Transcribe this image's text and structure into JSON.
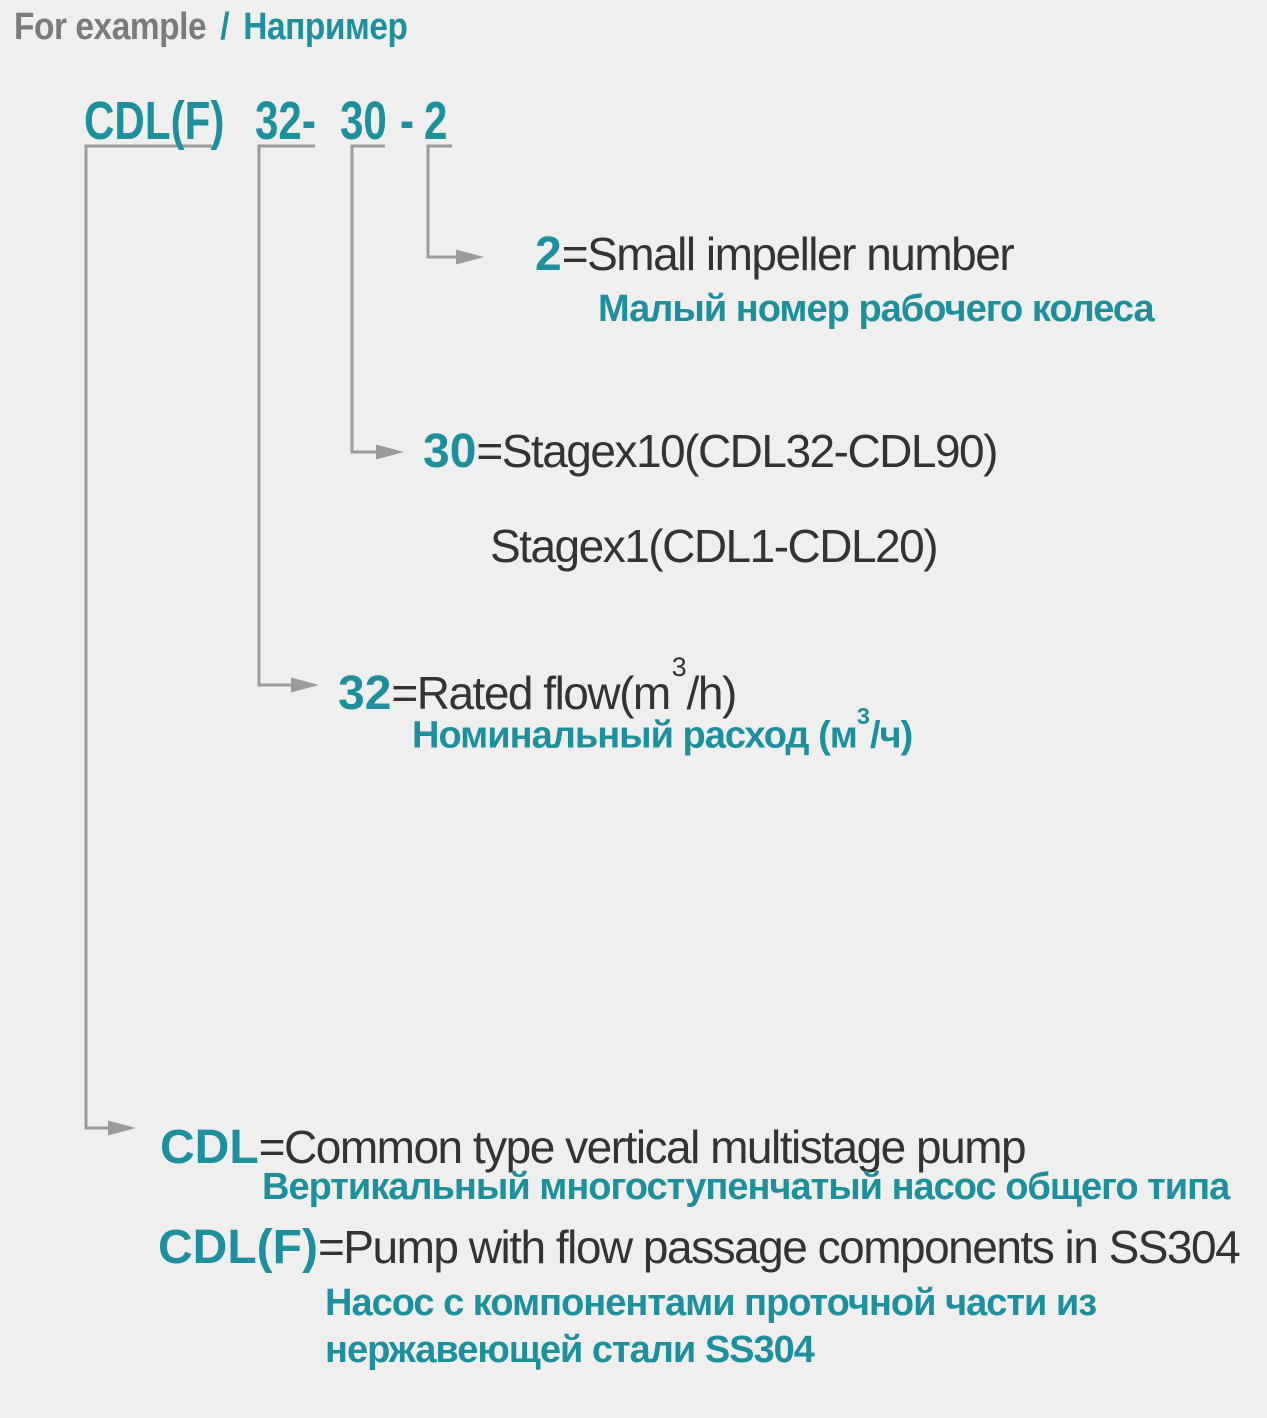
{
  "title": {
    "en": "For example",
    "sep": "/",
    "ru": "Например"
  },
  "model_code": {
    "series": "CDL(F)",
    "flow": "32-",
    "stage": "30",
    "dash": "-",
    "impeller": "2"
  },
  "impeller_row": {
    "code": "2",
    "en": "=Small impeller number",
    "ru": "Малый номер рабочего колеса"
  },
  "stage_row": {
    "code": "30",
    "en": "=Stagex10(CDL32-CDL90)",
    "en_alt": "Stagex1(CDL1-CDL20)"
  },
  "flow_row": {
    "code": "32",
    "en_pre": "=Rated flow(m",
    "en_sup": "3",
    "en_post": "/h)",
    "ru_pre": "Номинальный расход (м",
    "ru_sup": "3",
    "ru_post": "/ч)"
  },
  "cdl_row": {
    "code": "CDL",
    "en": "=Common type vertical multistage pump",
    "ru": "Вертикальный многоступенчатый насос общего типа"
  },
  "cdlf_row": {
    "code": "CDL(F)",
    "en": "=Pump with flow passage components in SS304",
    "ru_line1": "Насос с компонентами проточной части из",
    "ru_line2": "нержавеющей стали SS304"
  },
  "colors": {
    "teal": "#1e909c",
    "dark_text": "#363233",
    "title_gray": "#7a7b7e",
    "connector_gray": "#9b9b9b",
    "background": "#efeff0"
  }
}
